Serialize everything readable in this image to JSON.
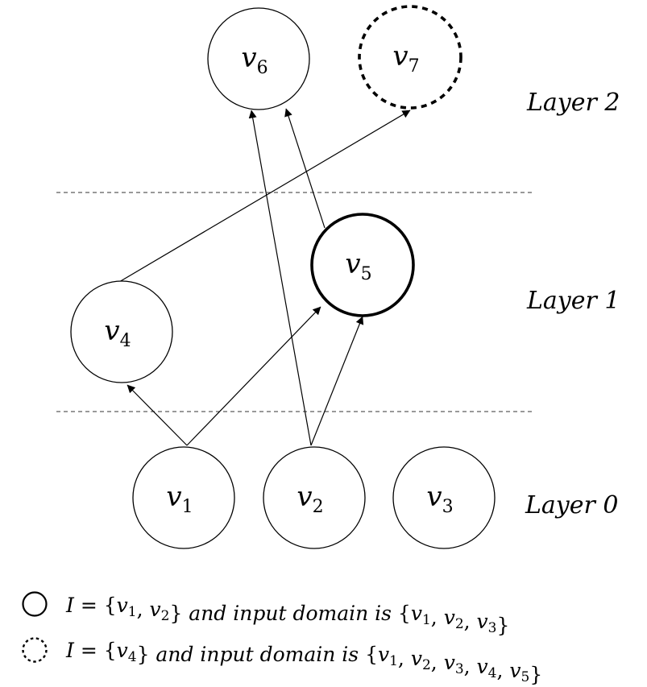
{
  "nodes": [
    {
      "id": "v1",
      "base": "v",
      "sub": "1"
    },
    {
      "id": "v2",
      "base": "v",
      "sub": "2"
    },
    {
      "id": "v3",
      "base": "v",
      "sub": "3"
    },
    {
      "id": "v4",
      "base": "v",
      "sub": "4"
    },
    {
      "id": "v5",
      "base": "v",
      "sub": "5"
    },
    {
      "id": "v6",
      "base": "v",
      "sub": "6"
    },
    {
      "id": "v7",
      "base": "v",
      "sub": "7"
    }
  ],
  "layers": {
    "layer0": "Layer 0",
    "layer1": "Layer 1",
    "layer2": "Layer 2"
  },
  "legend": {
    "solid": {
      "lhs": "I = ",
      "set_open": "{",
      "set_close": "}",
      "i_set": [
        "v1",
        "v2"
      ],
      "phrase": " and input domain is ",
      "domain_set": [
        "v1",
        "v2",
        "v3"
      ]
    },
    "dashed": {
      "lhs": "I = ",
      "set_open": "{",
      "set_close": "}",
      "i_set": [
        "v4"
      ],
      "phrase": " and input domain is ",
      "domain_set": [
        "v1",
        "v2",
        "v3",
        "v4",
        "v5"
      ]
    }
  },
  "edges": [
    {
      "from": "v1",
      "to": "v4"
    },
    {
      "from": "v1",
      "to": "v5"
    },
    {
      "from": "v2",
      "to": "v5"
    },
    {
      "from": "v2",
      "to": "v6"
    },
    {
      "from": "v5",
      "to": "v6"
    },
    {
      "from": "v4",
      "to": "v7"
    }
  ],
  "highlight": {
    "solid_bold_node": "v5",
    "dashed_node": "v7"
  }
}
